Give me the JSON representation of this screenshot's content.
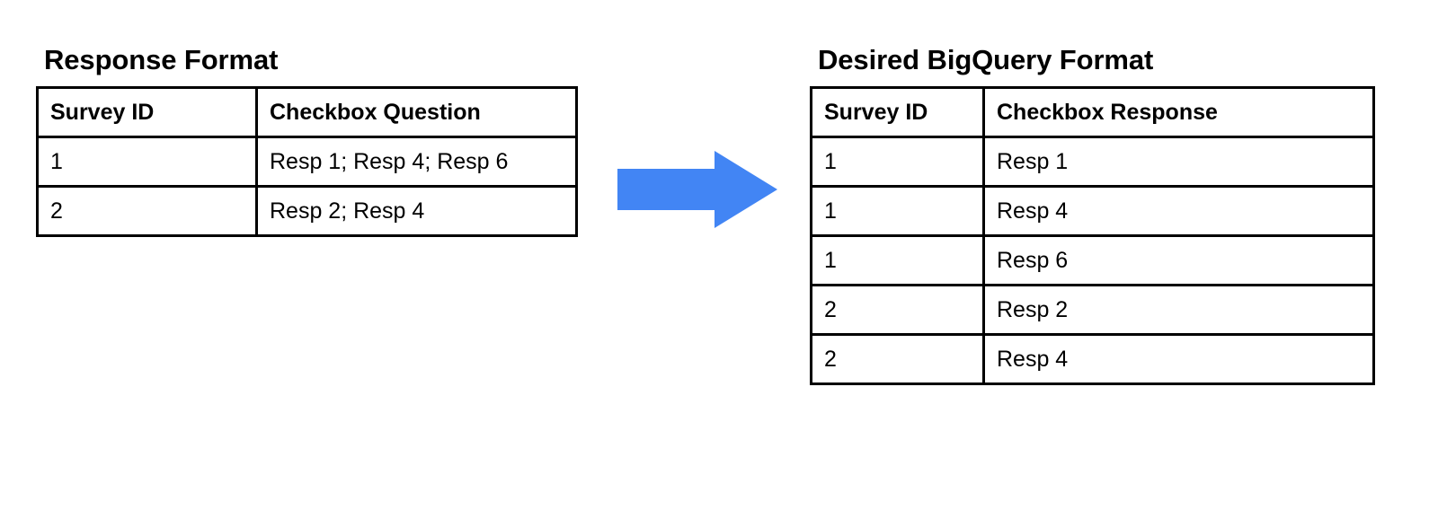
{
  "colors": {
    "background": "#ffffff",
    "text": "#000000",
    "border": "#000000",
    "arrow": "#4285f4"
  },
  "left_panel": {
    "title": "Response Format",
    "table": {
      "columns": [
        "Survey ID",
        "Checkbox Question"
      ],
      "rows": [
        [
          "1",
          "Resp 1; Resp 4; Resp 6"
        ],
        [
          "2",
          "Resp 2; Resp 4"
        ]
      ]
    }
  },
  "arrow": {
    "icon": "arrow-right-icon",
    "direction": "right",
    "color": "#4285f4"
  },
  "right_panel": {
    "title": "Desired BigQuery Format",
    "table": {
      "columns": [
        "Survey ID",
        "Checkbox Response"
      ],
      "rows": [
        [
          "1",
          "Resp 1"
        ],
        [
          "1",
          "Resp 4"
        ],
        [
          "1",
          "Resp 6"
        ],
        [
          "2",
          "Resp 2"
        ],
        [
          "2",
          "Resp 4"
        ]
      ]
    }
  }
}
